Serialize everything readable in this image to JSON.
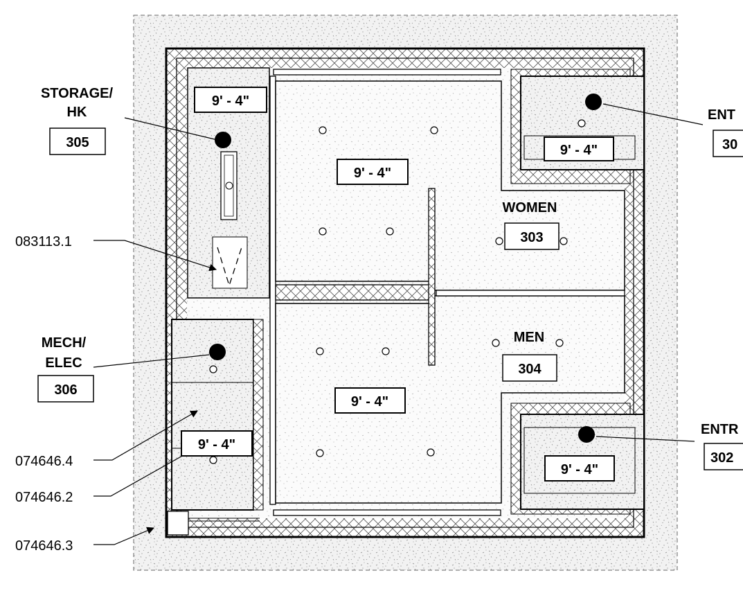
{
  "ceiling_height": "9' - 4\"",
  "rooms": {
    "storage": {
      "name_line1": "STORAGE/",
      "name_line2": "HK",
      "number": "305"
    },
    "mech": {
      "name_line1": "MECH/",
      "name_line2": "ELEC",
      "number": "306"
    },
    "women": {
      "name": "WOMEN",
      "number": "303"
    },
    "men": {
      "name": "MEN",
      "number": "304"
    },
    "entry_top": {
      "name": "ENT",
      "number": "30"
    },
    "entry_bottom": {
      "name": "ENTR",
      "number": "302"
    }
  },
  "keynotes": {
    "k1": "083113.1",
    "k2": "074646.4",
    "k3": "074646.2",
    "k4": "074646.3"
  }
}
